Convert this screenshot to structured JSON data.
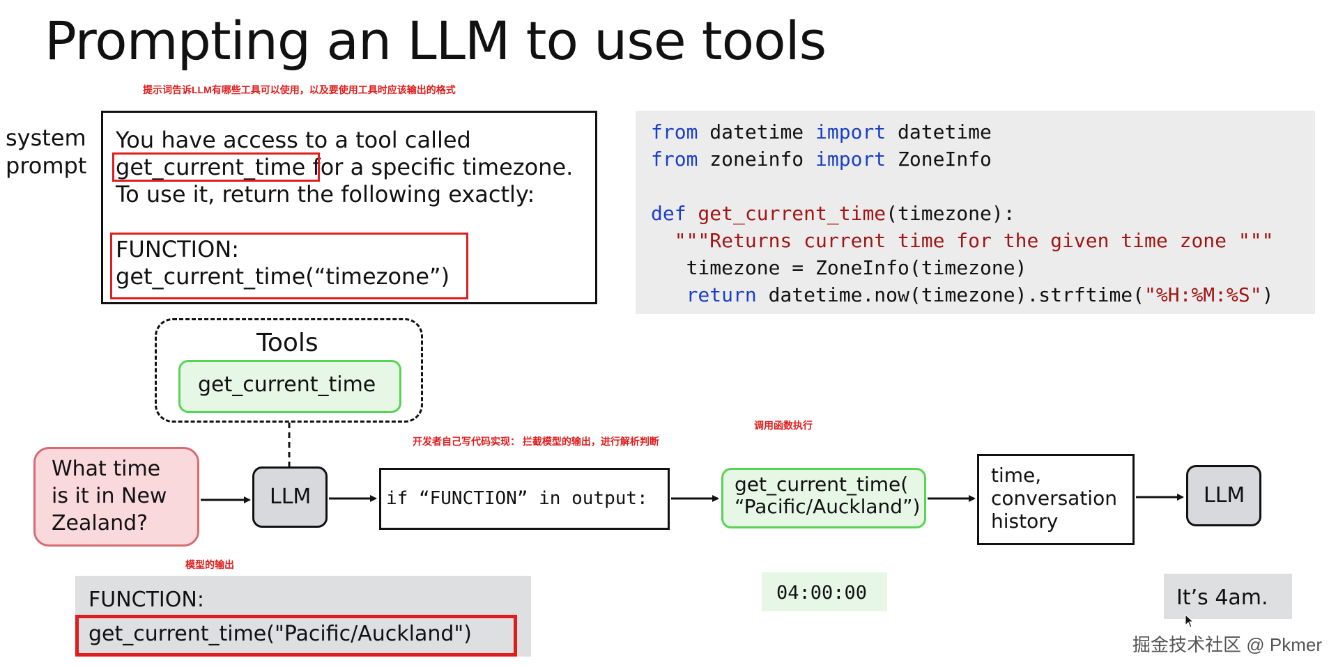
{
  "title": "Prompting an LLM to use tools",
  "annotations": {
    "top": "提示词告诉LLM有哪些工具可以使用，以及要使用工具时应该输出的格式",
    "parser": "开发者自己写代码实现： 拦截模型的输出，进行解析判断",
    "exec": "调用函数执行",
    "model_output": "模型的输出"
  },
  "system_prompt": {
    "label_line1": "system",
    "label_line2": "prompt",
    "line1": "You have access to a tool called",
    "tool_name": "get_current_time",
    "line2_rest": " for a specific timezone.",
    "line3": "To use it, return the following exactly:",
    "func_line1": "FUNCTION:",
    "func_line2": "get_current_time(“timezone”)"
  },
  "code": {
    "l1_kw1": "from",
    "l1_mod": " datetime ",
    "l1_kw2": "import",
    "l1_name": " datetime",
    "l2_kw1": "from",
    "l2_mod": " zoneinfo ",
    "l2_kw2": "import",
    "l2_name": " ZoneInfo",
    "l4_kw": "def",
    "l4_fn": " get_current_time",
    "l4_rest": "(timezone):",
    "l5_doc": "  \"\"\"Returns current time for the given time zone \"\"\"",
    "l6": "   timezone = ZoneInfo(timezone)",
    "l7_kw": "   return",
    "l7_rest": " datetime.now(timezone).strftime(",
    "l7_str": "\"%H:%M:%S\"",
    "l7_end": ")"
  },
  "tools": {
    "title": "Tools",
    "item": "get_current_time"
  },
  "flow": {
    "question_l1": "What time",
    "question_l2": "is it in New",
    "question_l3": "Zealand?",
    "llm1": "LLM",
    "check": "if “FUNCTION” in output:",
    "call_l1": "get_current_time(",
    "call_l2": "“Pacific/Auckland”)",
    "history_l1": "time,",
    "history_l2": "conversation",
    "history_l3": "history",
    "llm2": "LLM"
  },
  "model_output": {
    "line1": "FUNCTION:",
    "line2": "get_current_time(\"Pacific/Auckland\")"
  },
  "time_result": "04:00:00",
  "answer": "It’s 4am.",
  "watermark": "掘金技术社区 @ Pkmer",
  "colors": {
    "red": "#e01c1c",
    "green_border": "#55d455",
    "green_fill": "#e6f7e6",
    "pink_fill": "#f9d9dc",
    "keyword_blue": "#1a3fc7",
    "string_red": "#a31515"
  }
}
